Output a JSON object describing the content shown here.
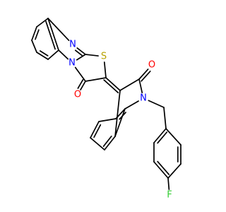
{
  "molecule": {
    "colors": {
      "bond": "#000000",
      "N": "#0000ff",
      "S": "#b8a200",
      "O": "#ff0000",
      "F": "#32cd32",
      "background": "#ffffff"
    },
    "atoms": [
      {
        "id": "a1",
        "element": "C"
      },
      {
        "id": "a2",
        "element": "C"
      },
      {
        "id": "a3",
        "element": "C"
      },
      {
        "id": "a4",
        "element": "C"
      },
      {
        "id": "a5",
        "element": "C"
      },
      {
        "id": "a6",
        "element": "C"
      },
      {
        "id": "n1",
        "element": "N",
        "label": "N"
      },
      {
        "id": "c2",
        "element": "C"
      },
      {
        "id": "n3",
        "element": "N",
        "label": "N"
      },
      {
        "id": "s1",
        "element": "S",
        "label": "S"
      },
      {
        "id": "c4",
        "element": "C"
      },
      {
        "id": "c5",
        "element": "C"
      },
      {
        "id": "o1",
        "element": "O",
        "label": "O"
      },
      {
        "id": "c6",
        "element": "C"
      },
      {
        "id": "c7",
        "element": "C"
      },
      {
        "id": "o2",
        "element": "O",
        "label": "O"
      },
      {
        "id": "n4",
        "element": "N",
        "label": "N"
      },
      {
        "id": "b1",
        "element": "C"
      },
      {
        "id": "b2",
        "element": "C"
      },
      {
        "id": "b3",
        "element": "C"
      },
      {
        "id": "b4",
        "element": "C"
      },
      {
        "id": "b5",
        "element": "C"
      },
      {
        "id": "b6",
        "element": "C"
      },
      {
        "id": "ch2",
        "element": "C"
      },
      {
        "id": "p1",
        "element": "C"
      },
      {
        "id": "p2",
        "element": "C"
      },
      {
        "id": "p3",
        "element": "C"
      },
      {
        "id": "p4",
        "element": "C"
      },
      {
        "id": "p5",
        "element": "C"
      },
      {
        "id": "p6",
        "element": "C"
      },
      {
        "id": "f1",
        "element": "F",
        "label": "F"
      }
    ],
    "bonds": [
      {
        "a": "a1",
        "b": "a2",
        "order": 1
      },
      {
        "a": "a2",
        "b": "a3",
        "order": 2
      },
      {
        "a": "a3",
        "b": "a4",
        "order": 1
      },
      {
        "a": "a4",
        "b": "a5",
        "order": 2
      },
      {
        "a": "a5",
        "b": "a6",
        "order": 1
      },
      {
        "a": "a6",
        "b": "a1",
        "order": 2
      },
      {
        "a": "a1",
        "b": "n1",
        "order": 1
      },
      {
        "a": "n1",
        "b": "c2",
        "order": 2
      },
      {
        "a": "c2",
        "b": "n3",
        "order": 1
      },
      {
        "a": "n3",
        "b": "a6",
        "order": 1
      },
      {
        "a": "c2",
        "b": "s1",
        "order": 1
      },
      {
        "a": "s1",
        "b": "c4",
        "order": 1
      },
      {
        "a": "c4",
        "b": "c5",
        "order": 1
      },
      {
        "a": "c5",
        "b": "n3",
        "order": 1
      },
      {
        "a": "c5",
        "b": "o1",
        "order": 2
      },
      {
        "a": "c4",
        "b": "c6",
        "order": 2
      },
      {
        "a": "c6",
        "b": "c7",
        "order": 1
      },
      {
        "a": "c7",
        "b": "o2",
        "order": 2
      },
      {
        "a": "c7",
        "b": "n4",
        "order": 1
      },
      {
        "a": "n4",
        "b": "b1",
        "order": 1
      },
      {
        "a": "b1",
        "b": "b2",
        "order": 2
      },
      {
        "a": "b2",
        "b": "b3",
        "order": 1
      },
      {
        "a": "b3",
        "b": "b4",
        "order": 2
      },
      {
        "a": "b4",
        "b": "b5",
        "order": 1
      },
      {
        "a": "b5",
        "b": "b6",
        "order": 2
      },
      {
        "a": "b6",
        "b": "b1",
        "order": 1
      },
      {
        "a": "b6",
        "b": "c6",
        "order": 1
      },
      {
        "a": "n4",
        "b": "ch2",
        "order": 1
      },
      {
        "a": "ch2",
        "b": "p1",
        "order": 1
      },
      {
        "a": "p1",
        "b": "p2",
        "order": 2
      },
      {
        "a": "p2",
        "b": "p3",
        "order": 1
      },
      {
        "a": "p3",
        "b": "p4",
        "order": 2
      },
      {
        "a": "p4",
        "b": "p5",
        "order": 1
      },
      {
        "a": "p5",
        "b": "p6",
        "order": 2
      },
      {
        "a": "p6",
        "b": "p1",
        "order": 1
      },
      {
        "a": "p4",
        "b": "f1",
        "order": 1
      }
    ]
  }
}
